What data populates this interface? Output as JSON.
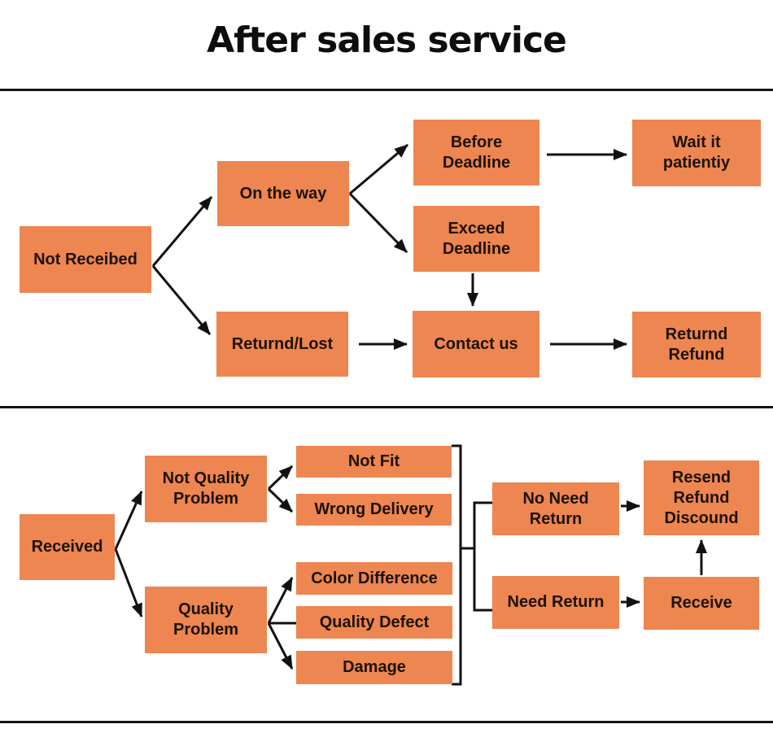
{
  "title": "After sales service",
  "colors": {
    "box_fill": "#ED8650",
    "box_text": "#1e1105",
    "line": "#111111",
    "background": "#ffffff"
  },
  "nodes": {
    "not_received": {
      "label": "Not Receibed"
    },
    "on_the_way": {
      "label": "On the way"
    },
    "before_deadline": {
      "label": "Before\nDeadline"
    },
    "exceed_deadline": {
      "label": "Exceed\nDeadline"
    },
    "wait_it_patiently": {
      "label": "Wait it\npatientiy"
    },
    "returnd_lost": {
      "label": "Returnd/Lost"
    },
    "contact_us": {
      "label": "Contact us"
    },
    "returnd_refund": {
      "label": "Returnd\nRefund"
    },
    "received": {
      "label": "Received"
    },
    "not_quality_problem": {
      "label": "Not Quality\nProblem"
    },
    "quality_problem": {
      "label": "Quality\nProblem"
    },
    "not_fit": {
      "label": "Not Fit"
    },
    "wrong_delivery": {
      "label": "Wrong Delivery"
    },
    "color_difference": {
      "label": "Color Difference"
    },
    "quality_defect": {
      "label": "Quality Defect"
    },
    "damage": {
      "label": "Damage"
    },
    "no_need_return": {
      "label": "No Need\nReturn"
    },
    "need_return": {
      "label": "Need Return"
    },
    "resend_refund_discound": {
      "label": "Resend\nRefund\nDiscound"
    },
    "receive": {
      "label": "Receive"
    }
  },
  "edges": [
    {
      "from": "not_received",
      "to": "on_the_way"
    },
    {
      "from": "not_received",
      "to": "returnd_lost"
    },
    {
      "from": "on_the_way",
      "to": "before_deadline"
    },
    {
      "from": "on_the_way",
      "to": "exceed_deadline"
    },
    {
      "from": "before_deadline",
      "to": "wait_it_patiently"
    },
    {
      "from": "exceed_deadline",
      "to": "contact_us"
    },
    {
      "from": "returnd_lost",
      "to": "contact_us"
    },
    {
      "from": "contact_us",
      "to": "returnd_refund"
    },
    {
      "from": "received",
      "to": "not_quality_problem"
    },
    {
      "from": "received",
      "to": "quality_problem"
    },
    {
      "from": "not_quality_problem",
      "to": "not_fit"
    },
    {
      "from": "not_quality_problem",
      "to": "wrong_delivery"
    },
    {
      "from": "quality_problem",
      "to": "color_difference"
    },
    {
      "from": "quality_problem",
      "to": "quality_defect"
    },
    {
      "from": "quality_problem",
      "to": "damage"
    },
    {
      "from": "bracket_all_received_cases",
      "to": "no_need_return"
    },
    {
      "from": "bracket_all_received_cases",
      "to": "need_return"
    },
    {
      "from": "no_need_return",
      "to": "resend_refund_discound"
    },
    {
      "from": "need_return",
      "to": "receive"
    },
    {
      "from": "receive",
      "to": "resend_refund_discound"
    }
  ]
}
